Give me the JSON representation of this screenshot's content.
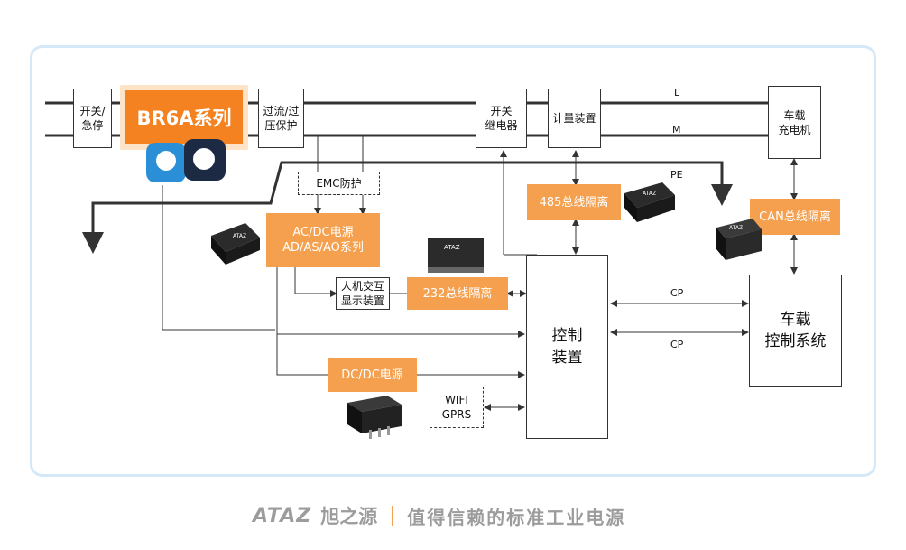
{
  "boxes": {
    "switch_stop": "开关/\n急停",
    "br6a": "BR6A系列",
    "overcurrent": "过流/过\n压保护",
    "relay": "开关\n继电器",
    "meter": "计量装置",
    "charger": "车载\n充电机",
    "emc": "EMC防护",
    "acdc": "AC/DC电源\nAD/AS/AO系列",
    "hmi": "人机交互\n显示装置",
    "bus232": "232总线隔离",
    "bus485": "485总线隔离",
    "busCAN": "CAN总线隔离",
    "controller": "控制\n装置",
    "vehicle_ctrl": "车载\n控制系统",
    "dcdc": "DC/DC电源",
    "wifi": "WIFI\nGPRS"
  },
  "line_labels": {
    "L": "L",
    "M": "M",
    "PE": "PE",
    "CP1": "CP",
    "CP2": "CP"
  },
  "products": {
    "p485": "ATAZ",
    "p232": "ATAZ",
    "pCAN": "ATAZ",
    "pACDC": "ATAZ"
  },
  "footer": {
    "brand_en": "ATAZ",
    "brand_cn": "旭之源",
    "slogan": "值得信赖的标准工业电源"
  },
  "colors": {
    "accent": "#f5a04e",
    "brand": "#f58220",
    "frame": "#d4e8f8",
    "sensor": "#2a8fd6"
  }
}
